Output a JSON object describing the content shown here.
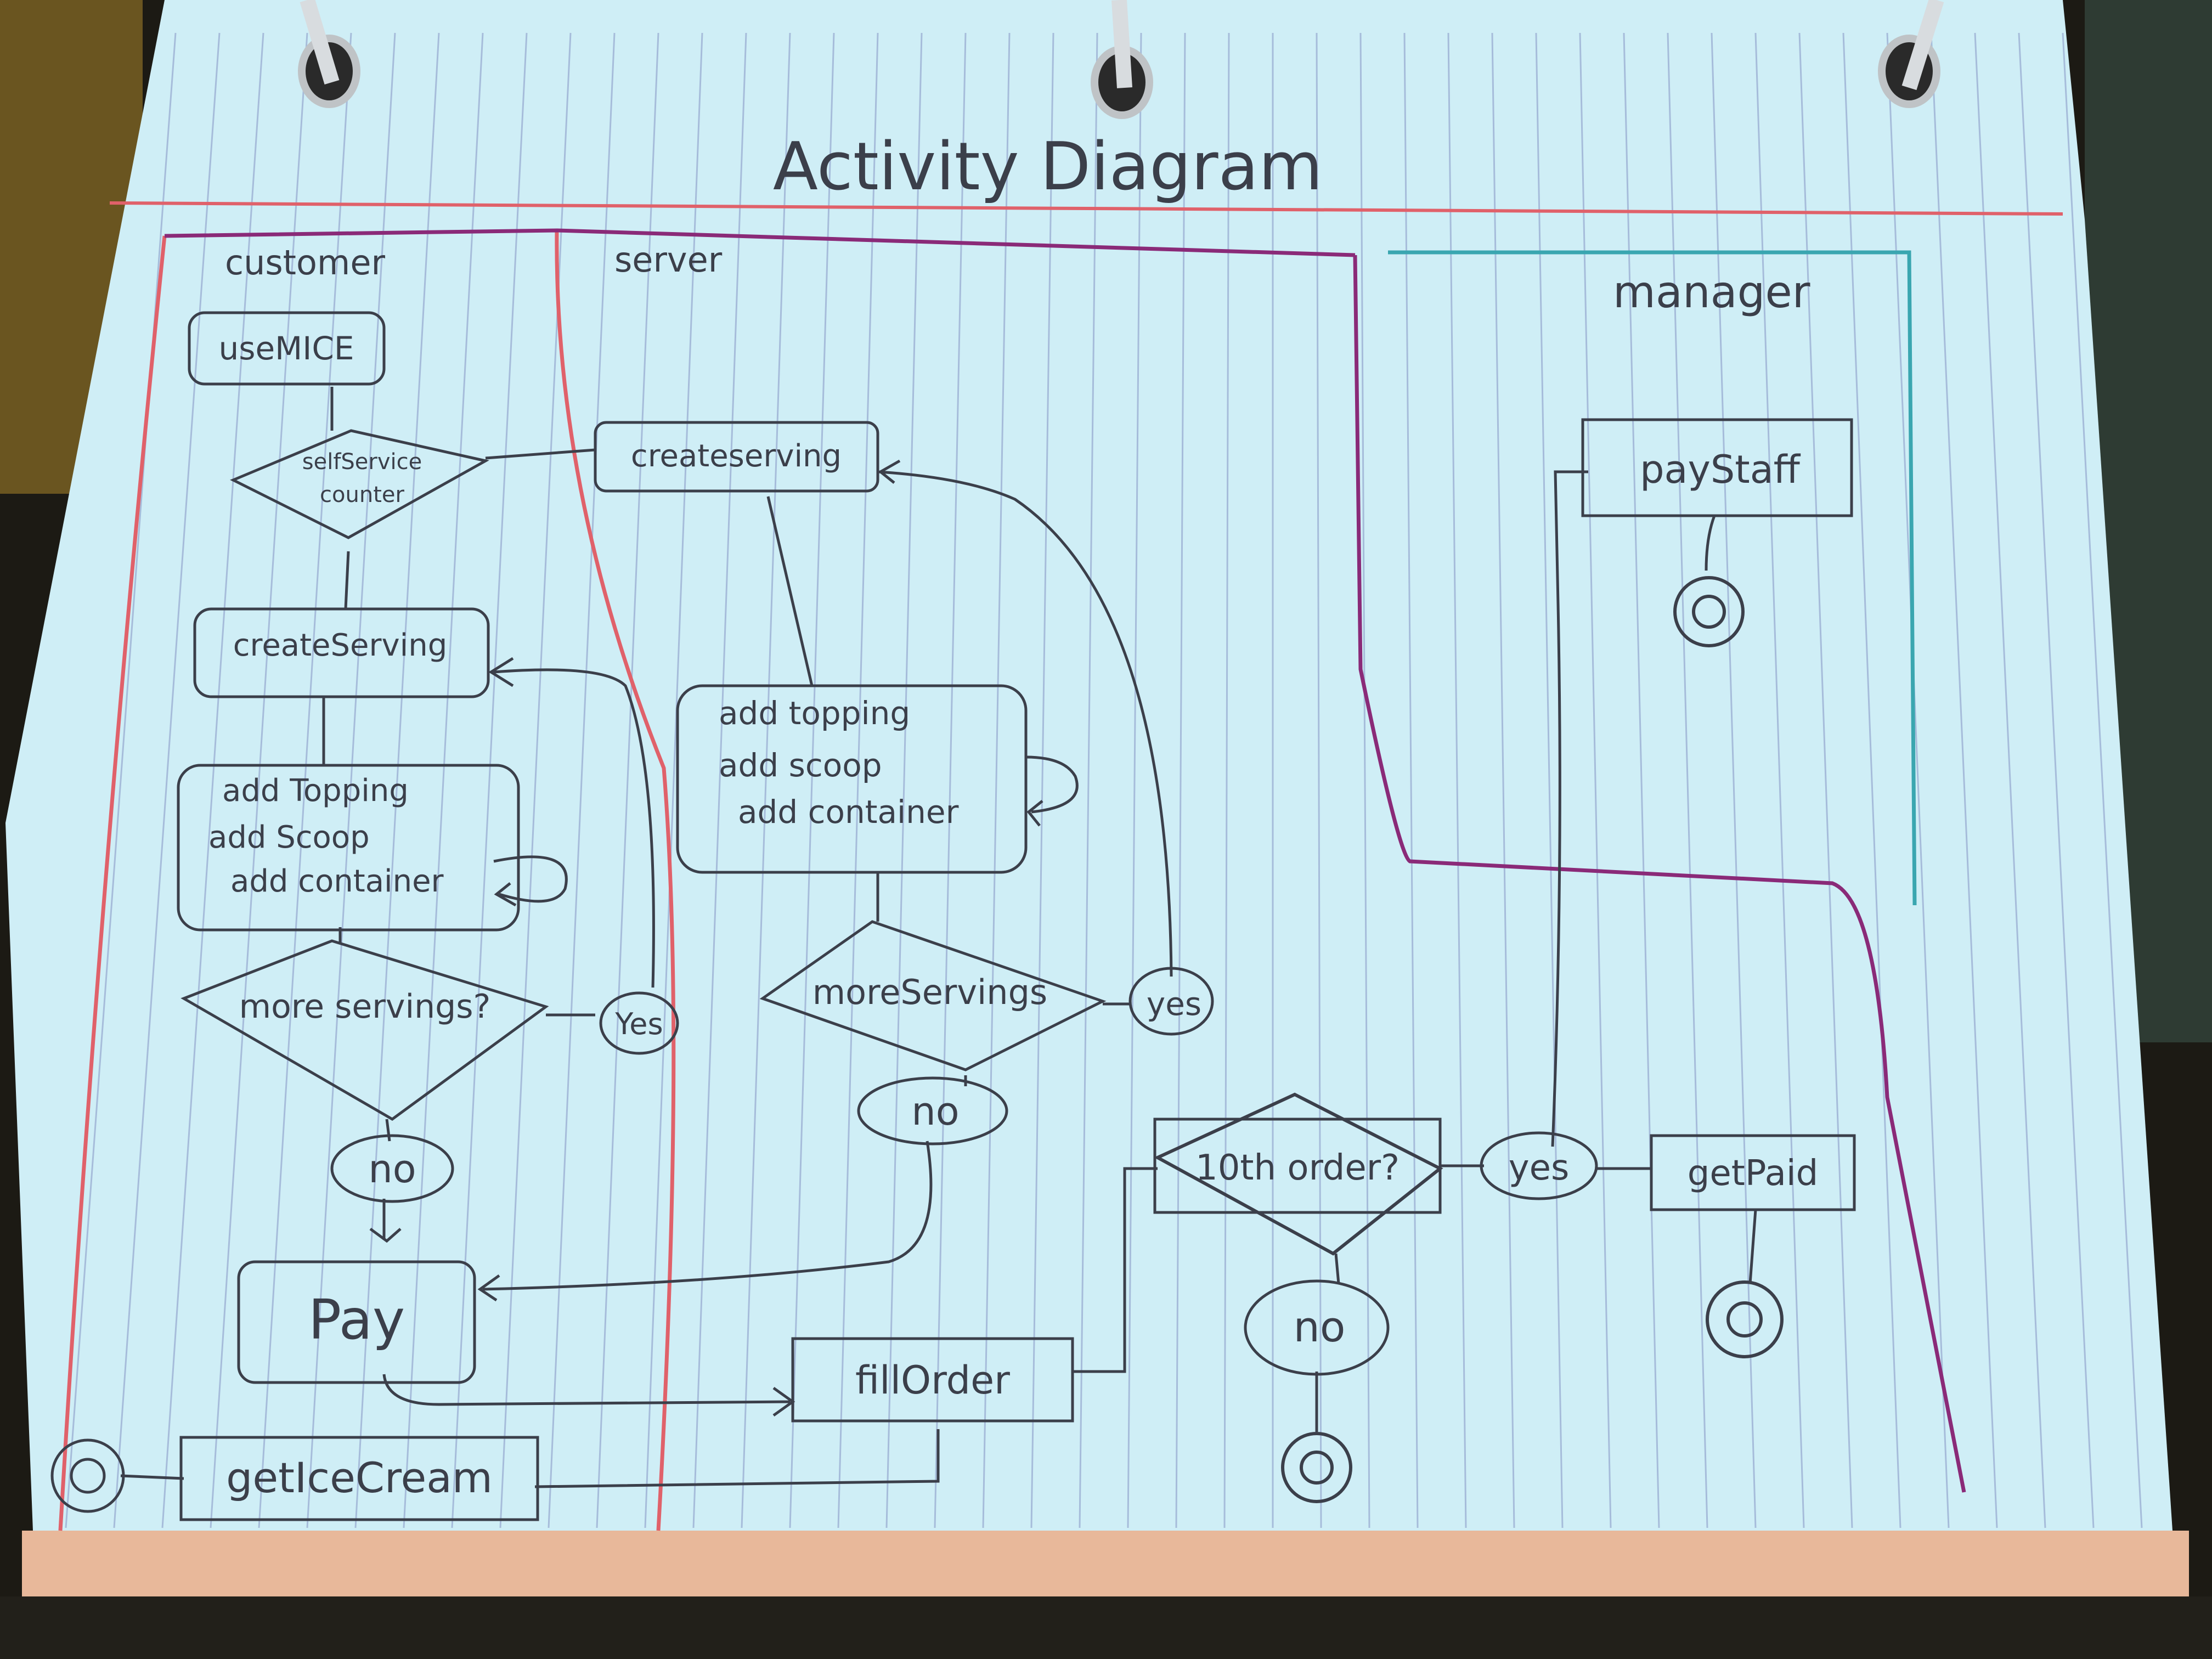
{
  "title": "Activity Diagram",
  "lanes": {
    "customer": "customer",
    "server": "server",
    "manager": "manager"
  },
  "customer": {
    "use_mice": "useMICE",
    "self_service_line1": "selfService",
    "self_service_line2": "counter",
    "create_serving": "createServing",
    "actions_line1": "add Topping",
    "actions_line2": "add Scoop",
    "actions_line3": "add container",
    "more_servings": "more servings?",
    "yes": "Yes",
    "no": "no",
    "pay": "Pay",
    "get_ice_cream": "getIceCream"
  },
  "server": {
    "create_serving": "createserving",
    "actions_line1": "add topping",
    "actions_line2": "add scoop",
    "actions_line3": "add container",
    "more_servings": "moreServings",
    "yes": "yes",
    "no": "no",
    "fill_order": "fillOrder"
  },
  "manager": {
    "tenth_order": "10th order?",
    "yes": "yes",
    "no": "no",
    "pay_staff": "payStaff",
    "get_paid": "getPaid"
  },
  "colors": {
    "paper": "#cfeef6",
    "rule_line": "#9fb4d6",
    "margin_red": "#e0616a",
    "lane_purple": "#8a2a78",
    "lane_teal": "#3aa6b0",
    "ink": "#3b3f4a",
    "bottom_strip": "#e8b89a"
  }
}
